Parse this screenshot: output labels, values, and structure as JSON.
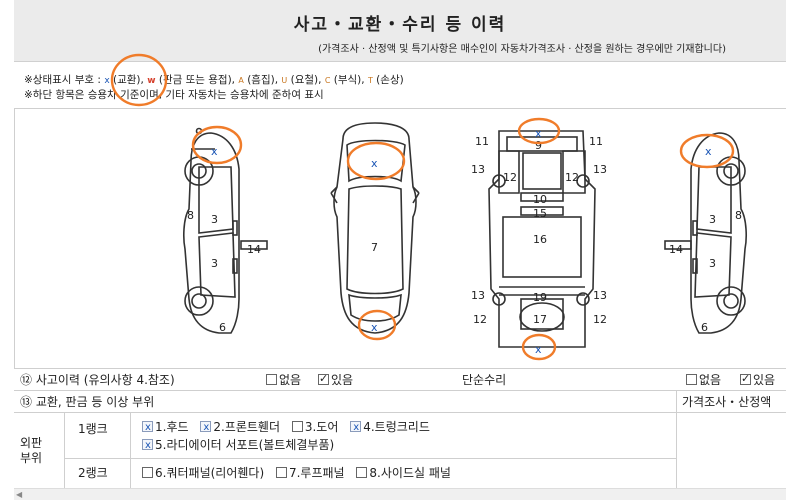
{
  "header": {
    "title": "사고・교환・수리 등 이력",
    "subtitle": "(가격조사 · 산정액 및 특기사항은 매수인이 자동차가격조사 · 산정을 원하는 경우에만 기재합니다)"
  },
  "legend": {
    "prefix": "※상태표시 부호 : ",
    "x_sym": "x",
    "x_label": " (교환),",
    "w_sym": "w",
    "w_label": " (판금 또는 용접),",
    "a_sym": "A",
    "a_label": " (흠집),",
    "u_sym": "U",
    "u_label": " (요철),",
    "c_sym": "C",
    "c_label": " (부식),",
    "t_sym": "T",
    "t_label": " (손상)",
    "line2": "※하단 항목은 승용차 기준이며, 기타 자동차는 승용차에 준하여 표시"
  },
  "diagram": {
    "mark": "x",
    "labels": {
      "n3a": "3",
      "n3b": "3",
      "n6a": "6",
      "n8a": "8",
      "n14": "14",
      "n7": "7",
      "n11a": "11",
      "n11b": "11",
      "n9": "9",
      "n13a": "13",
      "n13b": "13",
      "n12a": "12",
      "n12b": "12",
      "n10": "10",
      "n15": "15",
      "n16": "16",
      "n13c": "13",
      "n13d": "13",
      "n19": "19",
      "n12c": "12",
      "n12d": "12",
      "n17": "17",
      "n3c": "3",
      "n3d": "3",
      "n6b": "6",
      "n8b": "8",
      "n14b": "14"
    },
    "highlight_color": "#f07c2a",
    "mark_color": "#1a55b5"
  },
  "accident": {
    "label": "⑫ 사고이력 (유의사항 4.참조)",
    "none": "없음",
    "yes": "있음",
    "simple_repair": "단순수리",
    "none2": "없음",
    "yes2": "있음"
  },
  "exchange": {
    "label": "⑬ 교환, 판금 등 이상 부위",
    "price_header": "가격조사・산정액"
  },
  "exterior": {
    "label_line1": "외판",
    "label_line2": "부위",
    "rank1": "1랭크",
    "rank2": "2랭크",
    "rank1_items": [
      "1.후드",
      "2.프론트휀더",
      "3.도어",
      "4.트렁크리드"
    ],
    "rank1_items_line2": [
      "5.라디에이터 서포트(볼트체결부품)"
    ],
    "rank2_items": [
      "6.쿼터패널(리어휀다)",
      "7.루프패널",
      "8.사이드실 패널"
    ]
  }
}
